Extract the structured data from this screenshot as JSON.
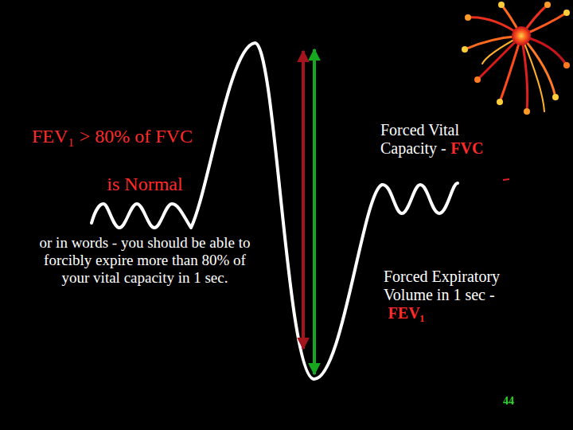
{
  "diagram": {
    "labels": [
      "FEV₁ > 80% of FVC",
      "is Normal",
      "or in words - you should be able to forcibly expire more than 80% of your vital capacity in 1 sec.",
      "Forced Vital Capacity -",
      "FVC",
      "Forced Expiratory Volume in 1 sec -",
      "FEV₁",
      "44"
    ]
  }
}
